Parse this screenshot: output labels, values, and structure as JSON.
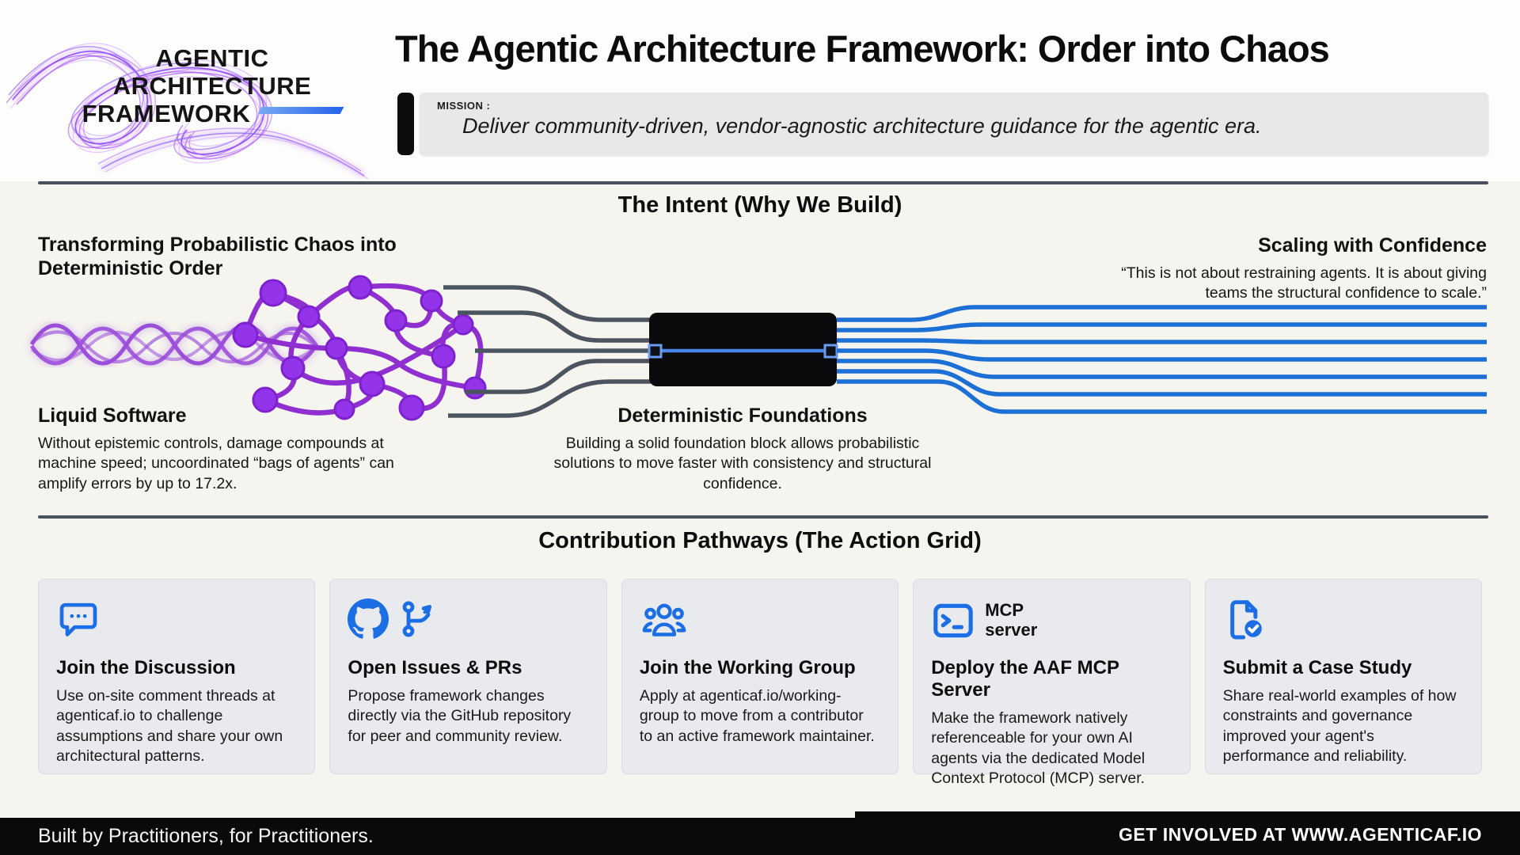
{
  "header": {
    "logo_line1": "AGENTIC",
    "logo_line2": "ARCHITECTURE",
    "logo_line3": "FRAMEWORK",
    "title": "The Agentic Architecture Framework: Order into Chaos",
    "mission_label": "MISSION :",
    "mission_text": "Deliver community-driven, vendor-agnostic architecture guidance for the agentic era."
  },
  "intent": {
    "section_title": "The Intent (Why We Build)",
    "left_heading": "Transforming Probabilistic Chaos into Deterministic Order",
    "scaling_heading": "Scaling with Confidence",
    "scaling_quote": "“This is not about restraining agents. It is about giving teams the structural confidence to scale.”",
    "liquid_heading": "Liquid Software",
    "liquid_body": "Without epistemic controls, damage compounds at machine speed; uncoordinated “bags of agents” can amplify errors by up to 17.2x.",
    "foundations_heading": "Deterministic Foundations",
    "foundations_body": "Building a solid foundation block allows probabilistic solutions to move faster with consistency and structural confidence."
  },
  "pathways": {
    "section_title": "Contribution Pathways (The Action Grid)",
    "cards": [
      {
        "icon": "chat-icon",
        "title": "Join the Discussion",
        "body": "Use on-site comment threads at agenticaf.io to challenge assumptions and share your own architectural patterns."
      },
      {
        "icon": "github-icon fork-icon",
        "title": "Open Issues & PRs",
        "body": "Propose framework changes directly via the GitHub repository for peer and community review."
      },
      {
        "icon": "people-icon",
        "title": "Join the Working Group",
        "body": "Apply at agenticaf.io/working-group to move from a contributor to an active framework maintainer."
      },
      {
        "icon": "terminal-icon",
        "icon_label": "MCP server",
        "title": "Deploy the AAF MCP Server",
        "body": "Make the framework natively referenceable for your own AI agents via the dedicated Model Context Protocol (MCP) server."
      },
      {
        "icon": "document-check-icon",
        "title": "Submit a Case Study",
        "body": "Share real-world examples of how constraints and governance improved your agent's performance and reliability."
      }
    ]
  },
  "footer": {
    "left": "Built by Practitioners, for Practitioners.",
    "right": "GET INVOLVED AT WWW.AGENTICAF.IO"
  },
  "colors": {
    "accent_blue": "#1b6ee3",
    "line_blue": "#1c6fd4",
    "purple": "#8f2fd0",
    "purple_node": "#9333ea",
    "line_grey": "#4b545f",
    "block_black": "#0a0a0c",
    "card_bg": "#e9eaee",
    "footer_bg": "#0a0a0a"
  }
}
